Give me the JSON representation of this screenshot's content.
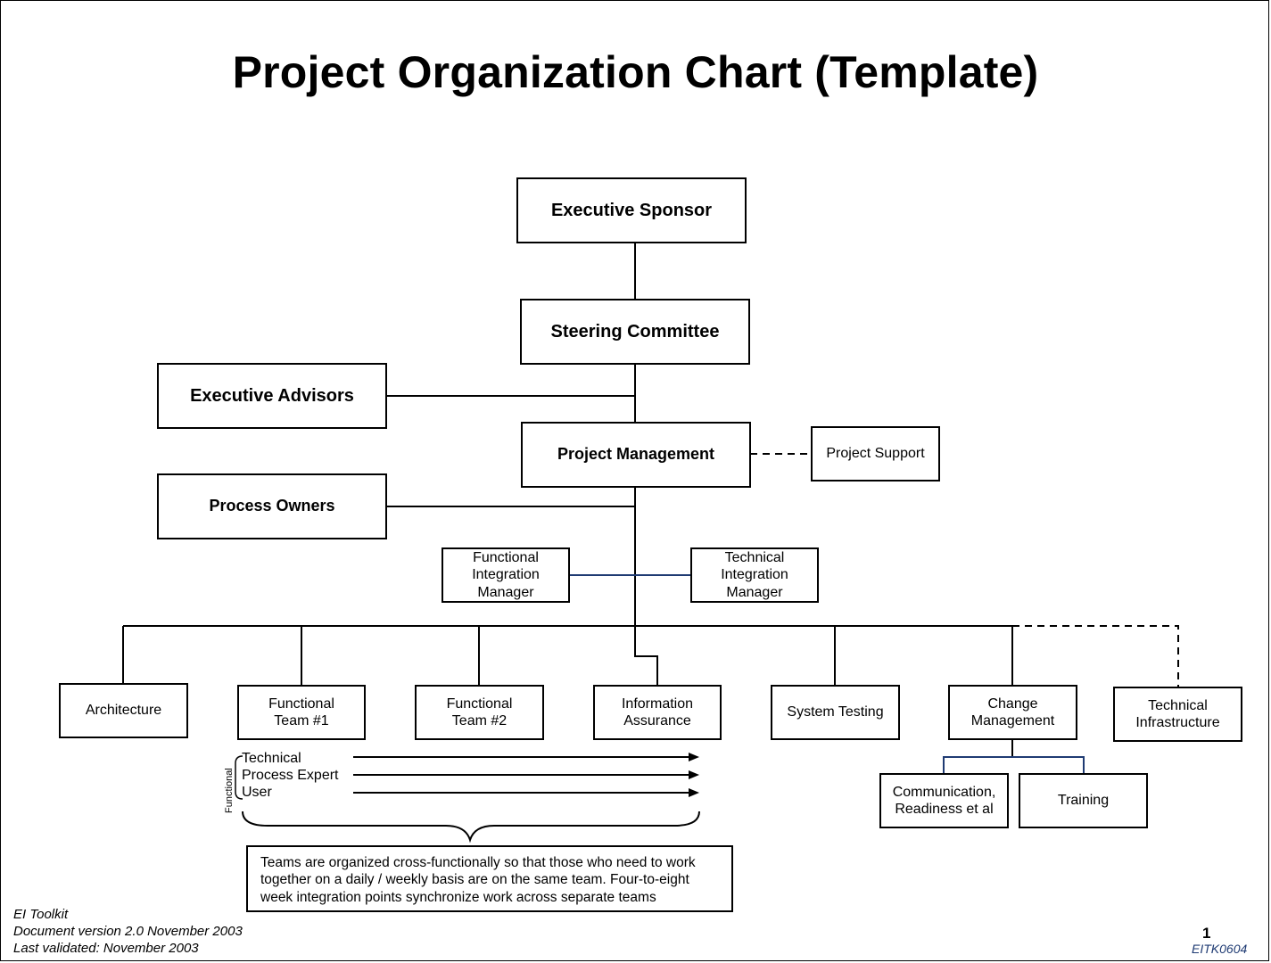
{
  "title": "Project Organization Chart (Template)",
  "nodes": {
    "executive_sponsor": "Executive Sponsor",
    "steering_committee": "Steering Committee",
    "executive_advisors": "Executive Advisors",
    "project_management": "Project Management",
    "project_support": "Project Support",
    "process_owners": "Process Owners",
    "functional_integration_manager": "Functional\nIntegration\nManager",
    "technical_integration_manager": "Technical\nIntegration\nManager",
    "architecture": "Architecture",
    "functional_team_1": "Functional\nTeam #1",
    "functional_team_2": "Functional\nTeam #2",
    "information_assurance": "Information\nAssurance",
    "system_testing": "System Testing",
    "change_management": "Change\nManagement",
    "technical_infrastructure": "Technical\nInfrastructure",
    "communication_readiness": "Communication,\nReadiness et al",
    "training": "Training"
  },
  "team_roles": {
    "technical": "Technical",
    "process_expert": "Process Expert",
    "user": "User",
    "functional_label": "Functional"
  },
  "note": "Teams are organized cross-functionally so that those who need to work\ntogether on a daily / weekly basis are on the same team.  Four-to-eight\nweek integration points synchronize work across separate teams",
  "footer": {
    "line1": "EI Toolkit",
    "line2": "Document version 2.0  November 2003",
    "line3": "Last validated:  November 2003",
    "page_number": "1",
    "doc_code": "EITK0604"
  },
  "colors": {
    "line": "#000000",
    "integration_link": "#1f3b73"
  }
}
